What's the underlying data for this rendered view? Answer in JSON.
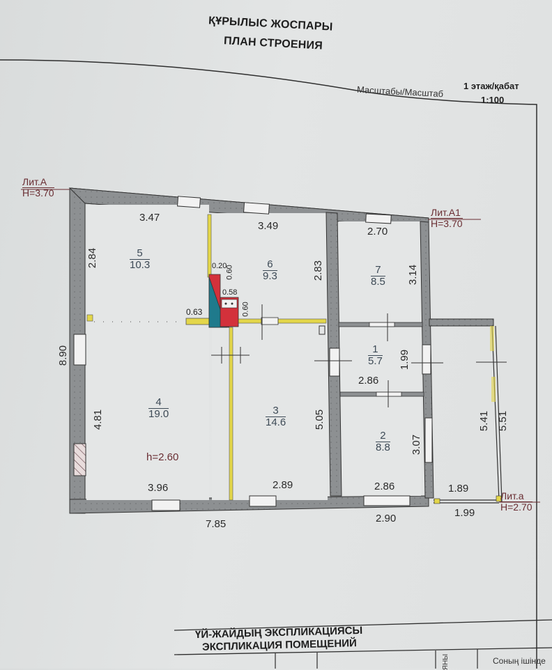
{
  "header": {
    "title_kz": "ҚҰРЫЛЫС ЖОСПАРЫ",
    "title_ru": "ПЛАН СТРОЕНИЯ",
    "scale_label": "Масштабы/Масштаб",
    "floor_label": "1 этаж/қабат",
    "scale_value": "1:100"
  },
  "plan": {
    "litera": [
      {
        "name": "Лит.А",
        "height": "H=3.70"
      },
      {
        "name": "Лит.А1",
        "height": "H=3.70"
      },
      {
        "name": "Лит.а",
        "height": "H=2.70"
      }
    ],
    "rooms": [
      {
        "number": "1",
        "area": "5.7"
      },
      {
        "number": "2",
        "area": "8.8"
      },
      {
        "number": "3",
        "area": "14.6"
      },
      {
        "number": "4",
        "area": "19.0"
      },
      {
        "number": "5",
        "area": "10.3"
      },
      {
        "number": "6",
        "area": "9.3"
      },
      {
        "number": "7",
        "area": "8.5"
      }
    ],
    "ceiling_height": "h=2.60",
    "dimensions": {
      "room5_width": "3.47",
      "room5_height": "2.84",
      "room6_width": "3.49",
      "room6_height": "2.83",
      "room7_width": "2.70",
      "room7_height": "3.14",
      "room1_width": "2.86",
      "room1_height": "1.99",
      "room4_width": "3.96",
      "room4_height": "4.81",
      "room3_width": "2.89",
      "room3_height": "5.05",
      "room2_width": "2.86",
      "room2_height": "3.07",
      "overall_height": "8.90",
      "overall_width_a": "7.85",
      "overall_width_a1": "2.90",
      "annex_inner_width": "1.89",
      "annex_outer_width": "1.99",
      "annex_inner_height": "5.41",
      "annex_outer_height": "5.51",
      "stove_0_20": "0.20",
      "stove_0_60a": "0.60",
      "stove_0_58": "0.58",
      "stove_0_60b": "0.60",
      "stove_0_63": "0.63"
    }
  },
  "explication": {
    "title_kz": "ҮЙ-ЖАЙДЫҢ ЭКСПЛИКАЦИЯСЫ",
    "title_ru": "ЭКСПЛИКАЦИЯ ПОМЕЩЕНИЙ",
    "col_partial": "ЯНЫ",
    "col_including": "Соның ішінде"
  },
  "colors": {
    "wall": "#8a8d8f",
    "yellow_partition": "#e3d64a",
    "stove_red": "#d3313b",
    "stove_teal": "#1f7a8c",
    "litera_text": "#6a2e33",
    "room_text": "#3d4a56"
  }
}
